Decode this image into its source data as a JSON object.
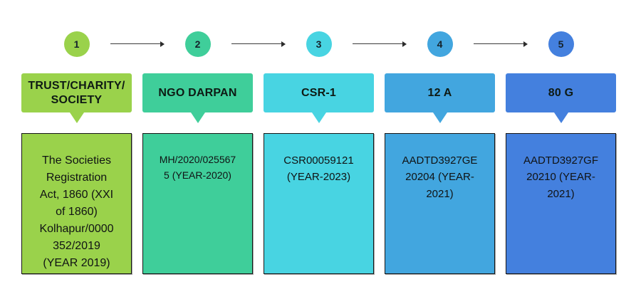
{
  "diagram": {
    "kind": "process-flow",
    "background": "#ffffff",
    "arrow_color": "#3a3a3a",
    "text_color": "#131313"
  },
  "steps": [
    {
      "number": "1",
      "title": "TRUST/CHARITY/\nSOCIETY",
      "detail": "The Societies\nRegistration\nAct, 1860 (XXI\nof 1860)\nKolhapur/0000\n352/2019\n(YEAR 2019)",
      "color": "#9AD24B"
    },
    {
      "number": "2",
      "title": "NGO DARPAN",
      "detail": "MH/2020/025567\n5 (YEAR-2020)",
      "color": "#3FCE9A"
    },
    {
      "number": "3",
      "title": "CSR-1",
      "detail": "CSR00059121\n(YEAR-2023)",
      "color": "#48D4E2"
    },
    {
      "number": "4",
      "title": "12 A",
      "detail": "AADTD3927GE\n20204 (YEAR-\n2021)",
      "color": "#42A6DF"
    },
    {
      "number": "5",
      "title": "80 G",
      "detail": "AADTD3927GF\n20210 (YEAR-\n2021)",
      "color": "#4480DE"
    }
  ]
}
